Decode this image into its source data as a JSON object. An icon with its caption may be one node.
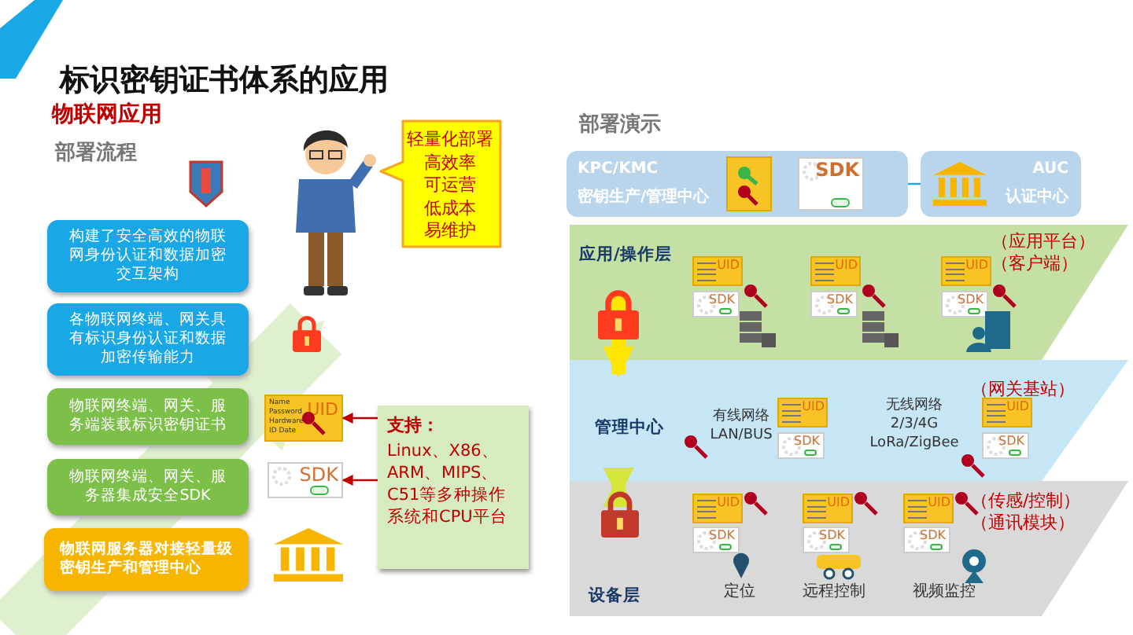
{
  "diagram": {
    "title": "标识密钥证书体系的应用",
    "nodes": [
      {
        "text": [
          "轻量化部署",
          "高效率",
          "可运营",
          "低成本",
          "易维护"
        ]
      },
      {
        "text": [
          "构建了安全高效的物联网身份认证和数据加密交互架构"
        ]
      },
      {
        "text": [
          "各物联网终端、网关具有标识身份认证和数据加密传输能力"
        ]
      },
      {
        "text": [
          "物联网终端、网关、服务端装载标识密钥证书"
        ]
      },
      {
        "text": [
          "物联网终端、网关、服务器集成安全SDK"
        ]
      },
      {
        "text": [
          "物联网服务器对接轻量级密钥生产和管理中心"
        ]
      },
      {
        "text": [
          "Name Password Hardware ID Date",
          "UID"
        ]
      },
      {
        "text": [
          "SDK"
        ]
      },
      {
        "text": [
          "支持：",
          "Linux、X86、ARM、MIPS、C51等多种操作系统和CPU平台"
        ]
      },
      {
        "text": [
          "KPC/KMC",
          "密钥生产/管理中心"
        ]
      },
      {
        "text": [
          "SDK"
        ],
        "in": 9
      },
      {
        "text": [
          "AUC",
          "认证中心"
        ]
      },
      {
        "text": [
          "应用/操作层",
          "（应用平台）（客户端）"
        ]
      },
      {
        "text": [
          "UID"
        ],
        "in": 12
      },
      {
        "text": [
          "SDK"
        ],
        "in": 12
      },
      {
        "text": [
          "UID"
        ],
        "in": 12
      },
      {
        "text": [
          "SDK"
        ],
        "in": 12
      },
      {
        "text": [
          "UID"
        ],
        "in": 12
      },
      {
        "text": [
          "SDK"
        ],
        "in": 12
      },
      {
        "text": [
          "管理中心",
          "（网关基站）"
        ]
      },
      {
        "text": [
          "有线网络 LAN/BUS"
        ],
        "in": 19
      },
      {
        "text": [
          "UID"
        ],
        "in": 19
      },
      {
        "text": [
          "SDK"
        ],
        "in": 19
      },
      {
        "text": [
          "无线网络 2/3/4G LoRa/ZigBee"
        ],
        "in": 19
      },
      {
        "text": [
          "UID"
        ],
        "in": 19
      },
      {
        "text": [
          "SDK"
        ],
        "in": 19
      },
      {
        "text": [
          "设备层",
          "（传感/控制）（通讯模块）"
        ]
      },
      {
        "text": [
          "UID"
        ],
        "in": 26
      },
      {
        "text": [
          "SDK"
        ],
        "in": 26
      },
      {
        "text": [
          "UID"
        ],
        "in": 26
      },
      {
        "text": [
          "SDK"
        ],
        "in": 26
      },
      {
        "text": [
          "UID"
        ],
        "in": 26
      },
      {
        "text": [
          "SDK"
        ],
        "in": 26
      }
    ],
    "edges": [
      {
        "from": 8,
        "to": 6,
        "arrow": "to"
      },
      {
        "from": 8,
        "to": 7,
        "arrow": "to"
      },
      {
        "from": 9,
        "to": 11,
        "arrow": "none",
        "color": "#1aa7e6"
      },
      {
        "from": 12,
        "to": 19,
        "arrow": "both",
        "style": "thick",
        "color": "#ffe600"
      },
      {
        "from": 19,
        "to": 26,
        "arrow": "both",
        "style": "thick",
        "color": "#d4e63a"
      },
      {
        "from": null,
        "to": 0,
        "arrow": "to",
        "style": "thick",
        "color": "#dff0cf"
      }
    ],
    "labels": [
      "物联网应用",
      "部署流程",
      "部署演示",
      "定位",
      "远程控制",
      "视频监控"
    ]
  }
}
